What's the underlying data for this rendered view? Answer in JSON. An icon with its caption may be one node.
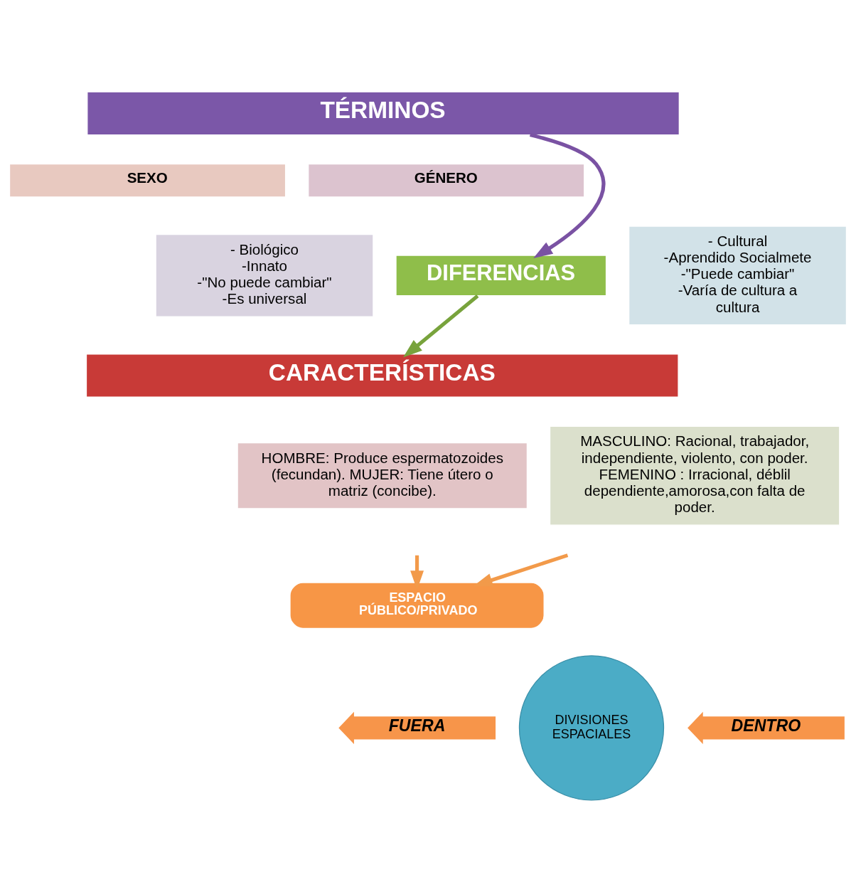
{
  "diagram": {
    "nodes": [
      {
        "text": [
          "TÉRMINOS"
        ]
      },
      {
        "text": [
          "SEXO"
        ]
      },
      {
        "text": [
          "GÉNERO"
        ]
      },
      {
        "text": [
          "- Biológico",
          "-Innato",
          "-\"No puede cambiar\"",
          "-Es universal"
        ]
      },
      {
        "text": [
          "DIFERENCIAS"
        ]
      },
      {
        "text": [
          "- Cultural",
          "-Aprendido Socialmete",
          "-\"Puede cambiar\"",
          "-Varía de cultura a cultura"
        ]
      },
      {
        "text": [
          "CARACTERÍSTICAS"
        ]
      },
      {
        "text": [
          "HOMBRE: Produce espermatozoides (fecundan). MUJER: Tiene útero o matriz (concibe)."
        ]
      },
      {
        "text": [
          "MASCULINO: Racional, trabajador, independiente, violento, con poder.",
          "FEMENINO : Irracional, déblil dependiente,amorosa,con falta de poder."
        ]
      },
      {
        "text": [
          "ESPACIO PÚBLICO/PRIVADO"
        ]
      },
      {
        "text": [
          "FUERA"
        ]
      },
      {
        "text": [
          "DIVISIONES ESPACIALES"
        ]
      },
      {
        "text": [
          "DENTRO"
        ]
      }
    ],
    "edges": [
      {
        "from": 0,
        "to": 4,
        "arrow": "to",
        "color": "#7a52a3"
      },
      {
        "from": 4,
        "to": 6,
        "arrow": "to",
        "color": "#78a33c"
      },
      {
        "from": null,
        "to": 9,
        "arrow": "to",
        "color": "#f29a4a"
      },
      {
        "from": null,
        "to": 9,
        "arrow": "to",
        "color": "#f29a4a"
      }
    ]
  }
}
